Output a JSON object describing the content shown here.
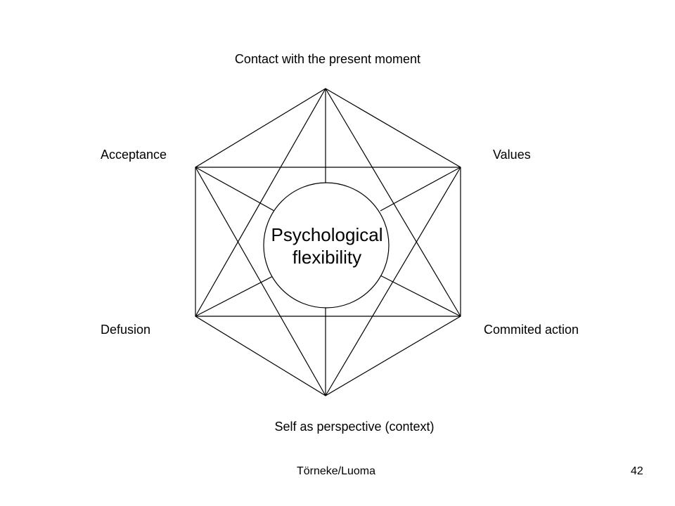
{
  "diagram": {
    "nodes": {
      "top": "Contact with the present moment",
      "upper_left": "Acceptance",
      "upper_right": "Values",
      "lower_left": "Defusion",
      "lower_right": "Commited action",
      "bottom": "Self as perspective (context)"
    },
    "center": {
      "line1": "Psychological",
      "line2": "flexibility"
    }
  },
  "footer": {
    "credit": "Törneke/Luoma",
    "page_number": "42"
  },
  "colors": {
    "line": "#000000",
    "background": "#ffffff"
  }
}
